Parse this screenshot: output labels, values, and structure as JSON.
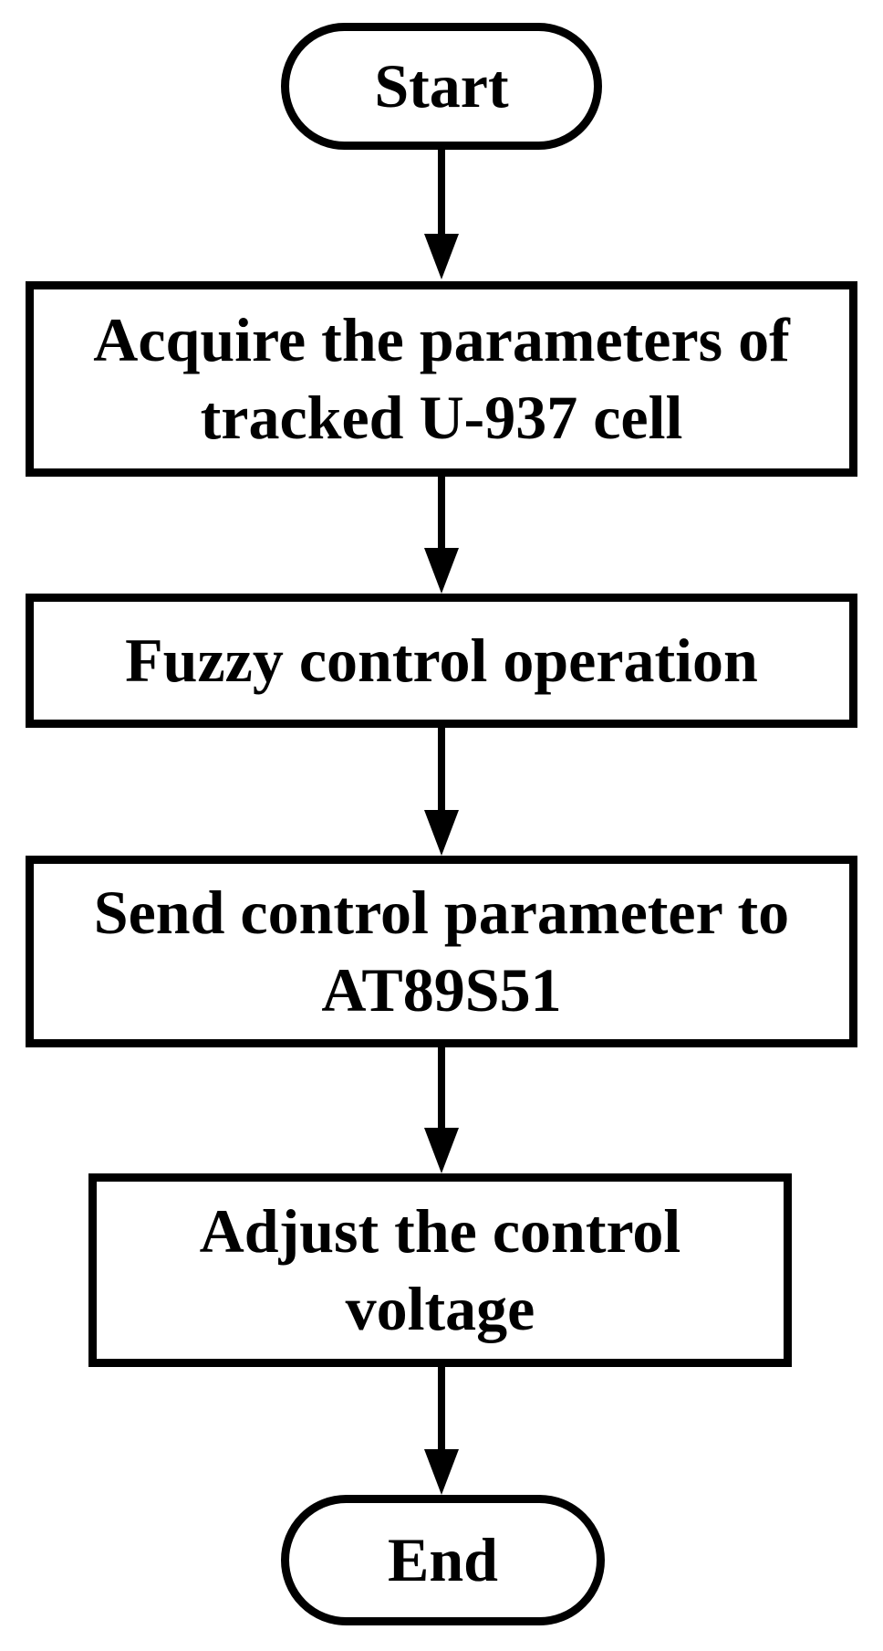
{
  "figure": {
    "type": "flowchart",
    "background_color": "#ffffff",
    "line_color": "#000000",
    "text_color": "#000000",
    "nodes": [
      {
        "id": "start",
        "shape": "terminator",
        "label": "Start",
        "lines": [
          "Start"
        ]
      },
      {
        "id": "step1",
        "shape": "process",
        "label": "Acquire the parameters of tracked U-937 cell",
        "lines": [
          "Acquire the parameters of",
          "tracked U-937 cell"
        ]
      },
      {
        "id": "step2",
        "shape": "process",
        "label": "Fuzzy control operation",
        "lines": [
          "Fuzzy control operation"
        ]
      },
      {
        "id": "step3",
        "shape": "process",
        "label": "Send control parameter to AT89S51",
        "lines": [
          "Send control parameter to",
          "AT89S51"
        ]
      },
      {
        "id": "step4",
        "shape": "process",
        "label": "Adjust the control voltage",
        "lines": [
          "Adjust the control",
          "voltage"
        ]
      },
      {
        "id": "end",
        "shape": "terminator",
        "label": "End",
        "lines": [
          "End"
        ]
      }
    ],
    "edges": [
      {
        "from": "start",
        "to": "step1",
        "style": "arrow-down"
      },
      {
        "from": "step1",
        "to": "step2",
        "style": "arrow-down"
      },
      {
        "from": "step2",
        "to": "step3",
        "style": "arrow-down"
      },
      {
        "from": "step3",
        "to": "step4",
        "style": "arrow-down"
      },
      {
        "from": "step4",
        "to": "end",
        "style": "arrow-down"
      }
    ]
  }
}
